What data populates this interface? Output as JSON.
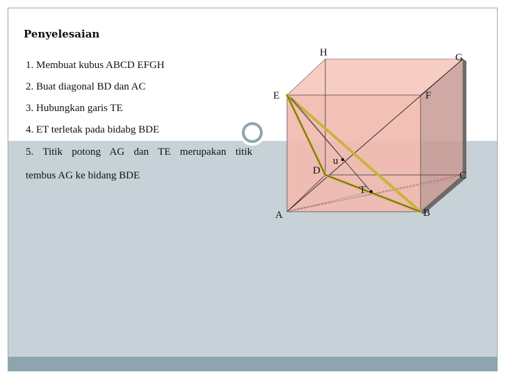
{
  "slide": {
    "title": "Penyelesaian",
    "steps": [
      "1. Membuat kubus ABCD EFGH",
      "2. Buat diagonal BD dan AC",
      "3. Hubungkan garis TE",
      "4. ET terletak pada bidabg BDE",
      "5. Titik potong AG dan TE merupakan titik",
      "tembus AG ke bidang BDE"
    ]
  },
  "diagram": {
    "vertices": {
      "A": "A",
      "B": "B",
      "C": "C",
      "D": "D",
      "E": "E",
      "F": "F",
      "G": "G",
      "H": "H"
    },
    "points": {
      "T": "T",
      "U": "u"
    },
    "colors": {
      "cube_face": "#f2b9ae",
      "cube_side": "#c99a94",
      "triangle_bde": "#c8b43c",
      "edge": "#222222"
    }
  },
  "theme": {
    "background_bottom": "#c6d2d7",
    "footer_band": "#8da5ac",
    "badge_ring": "#8fa6ad"
  }
}
